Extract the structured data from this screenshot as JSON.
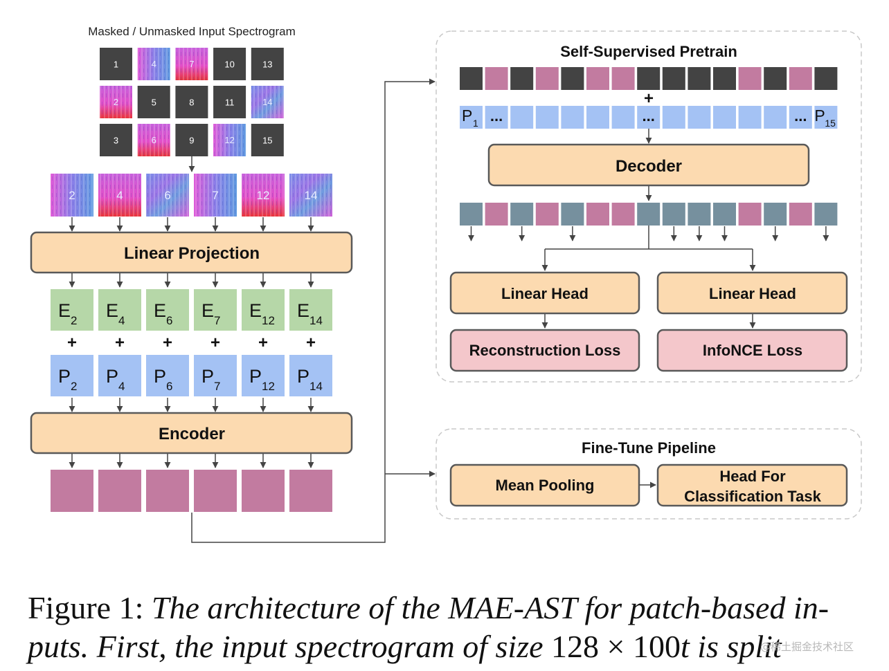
{
  "input": {
    "title": "Masked / Unmasked Input Spectrogram",
    "grid": [
      {
        "n": "1",
        "masked": true
      },
      {
        "n": "4",
        "masked": false
      },
      {
        "n": "7",
        "masked": false
      },
      {
        "n": "10",
        "masked": true
      },
      {
        "n": "13",
        "masked": true
      },
      {
        "n": "2",
        "masked": false
      },
      {
        "n": "5",
        "masked": true
      },
      {
        "n": "8",
        "masked": true
      },
      {
        "n": "11",
        "masked": true
      },
      {
        "n": "14",
        "masked": false
      },
      {
        "n": "3",
        "masked": true
      },
      {
        "n": "6",
        "masked": false
      },
      {
        "n": "9",
        "masked": true
      },
      {
        "n": "12",
        "masked": false
      },
      {
        "n": "15",
        "masked": true
      }
    ],
    "selected": [
      "2",
      "4",
      "6",
      "7",
      "12",
      "14"
    ]
  },
  "encoder_side": {
    "linear_projection": "Linear Projection",
    "embed_letter": "E",
    "pos_letter": "P",
    "subscripts": [
      "2",
      "4",
      "6",
      "7",
      "12",
      "14"
    ],
    "plus": "+",
    "encoder": "Encoder"
  },
  "pretrain": {
    "title": "Self-Supervised Pretrain",
    "token_pattern": [
      "mask",
      "tok",
      "mask",
      "tok",
      "mask",
      "tok",
      "tok",
      "mask",
      "mask",
      "mask",
      "mask",
      "tok",
      "mask",
      "tok",
      "mask"
    ],
    "plus": "+",
    "pos_first_letter": "P",
    "pos_first_sub": "1",
    "pos_last_letter": "P",
    "pos_last_sub": "15",
    "ellipsis": "...",
    "decoder": "Decoder",
    "linear_head_left": "Linear Head",
    "linear_head_right": "Linear Head",
    "reconstruction_loss": "Reconstruction Loss",
    "infonce_loss": "InfoNCE Loss"
  },
  "finetune": {
    "title": "Fine-Tune Pipeline",
    "mean_pooling": "Mean Pooling",
    "head_line1": "Head For",
    "head_line2": "Classification Task"
  },
  "caption": {
    "label": "Figure 1:",
    "line1_italic": "The architecture of the MAE-AST for patch-based in-",
    "line2_a": "puts.  First, the input spectrogram of size",
    "line2_b": "128 × 100",
    "line2_c": "t",
    "line2_d": "is split"
  },
  "watermark": "@稀土掘金技术社区",
  "colors": {
    "peach": "#fcdab0",
    "green": "#b6d7a8",
    "blue": "#a4c2f4",
    "magenta": "#c27ba0",
    "dark_gray": "#434343",
    "slate": "#76909e",
    "pink": "#f4c7cb",
    "spec_blue": "#6f8fe0",
    "spec_pink": "#e056d8"
  }
}
